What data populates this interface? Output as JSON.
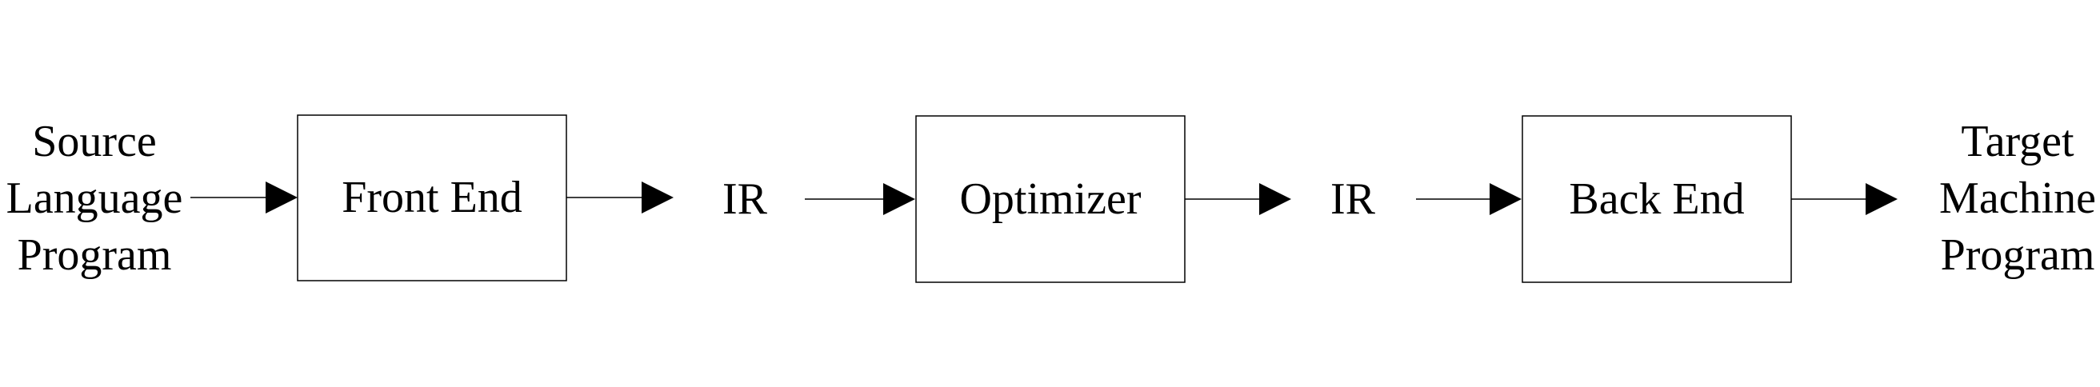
{
  "diagram": {
    "source": [
      "Source",
      "Language",
      "Program"
    ],
    "stages": {
      "front_end": "Front End",
      "ir_1": "IR",
      "optimizer": "Optimizer",
      "ir_2": "IR",
      "back_end": "Back End"
    },
    "target": [
      "Target",
      "Machine",
      "Program"
    ]
  }
}
